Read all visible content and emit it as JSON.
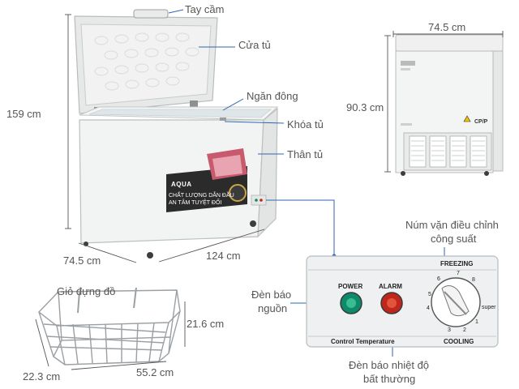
{
  "labels": {
    "handle": "Tay cầm",
    "door": "Cửa tủ",
    "freezer_compartment": "Ngăn đông",
    "lock": "Khóa tủ",
    "body": "Thân tủ",
    "power_knob_1": "Núm vặn điều chỉnh",
    "power_knob_2": "công suất",
    "power_light_1": "Đèn báo",
    "power_light_2": "nguồn",
    "alarm_light_1": "Đèn báo nhiệt độ",
    "alarm_light_2": "bất thường",
    "basket": "Giỏ đựng đồ"
  },
  "dimensions": {
    "height": "159 cm",
    "depth": "74.5 cm",
    "width": "124 cm",
    "side_width": "74.5 cm",
    "side_height": "90.3 cm",
    "basket_depth": "22.3 cm",
    "basket_width": "55.2 cm",
    "basket_height": "21.6 cm"
  },
  "product": {
    "brand": "AQUA",
    "slogan_1": "CHẤT LƯỢNG DẪN ĐẦU",
    "slogan_2": "AN TÂM TUYỆT ĐỐI",
    "cpip": "CP/P"
  },
  "control_panel": {
    "freezing": "FREEZING",
    "cooling": "COOLING",
    "power": "POWER",
    "alarm": "ALARM",
    "control_temperature": "Control Temperature",
    "super": "super",
    "dial_numbers": [
      "1",
      "2",
      "3",
      "4",
      "5",
      "6",
      "7",
      "8"
    ],
    "power_color": "#0d8a6a",
    "alarm_color": "#c0261c"
  }
}
